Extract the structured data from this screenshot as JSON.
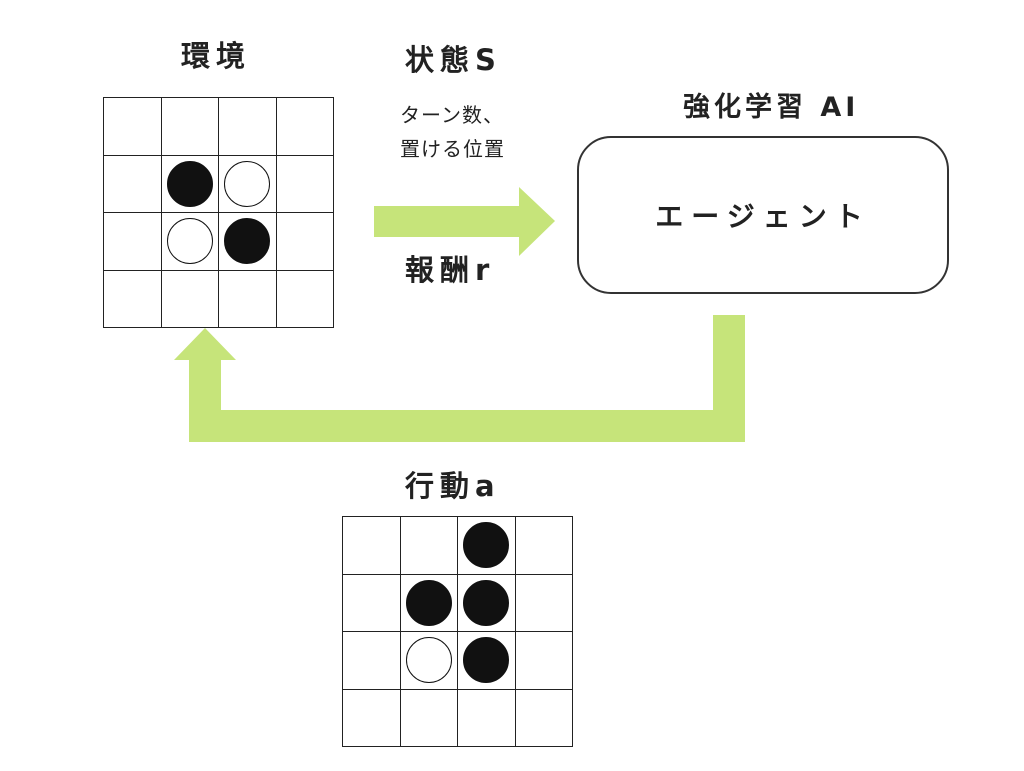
{
  "environment": {
    "label": "環境",
    "board": [
      [
        "",
        "",
        "",
        ""
      ],
      [
        "",
        "black",
        "white",
        ""
      ],
      [
        "",
        "white",
        "black",
        ""
      ],
      [
        "",
        "",
        "",
        ""
      ]
    ]
  },
  "state": {
    "label": "状態S",
    "description_line1": "ターン数、",
    "description_line2": "置ける位置"
  },
  "reward": {
    "label": "報酬r"
  },
  "agent": {
    "title": "強化学習 AI",
    "label": "エージェント"
  },
  "action": {
    "label": "行動a",
    "board": [
      [
        "",
        "",
        "black",
        ""
      ],
      [
        "",
        "black",
        "black",
        ""
      ],
      [
        "",
        "white",
        "black",
        ""
      ],
      [
        "",
        "",
        "",
        ""
      ]
    ]
  },
  "colors": {
    "arrow": "#c6e47a",
    "line": "#222222",
    "black_stone": "#111111",
    "white_stone": "#ffffff"
  }
}
